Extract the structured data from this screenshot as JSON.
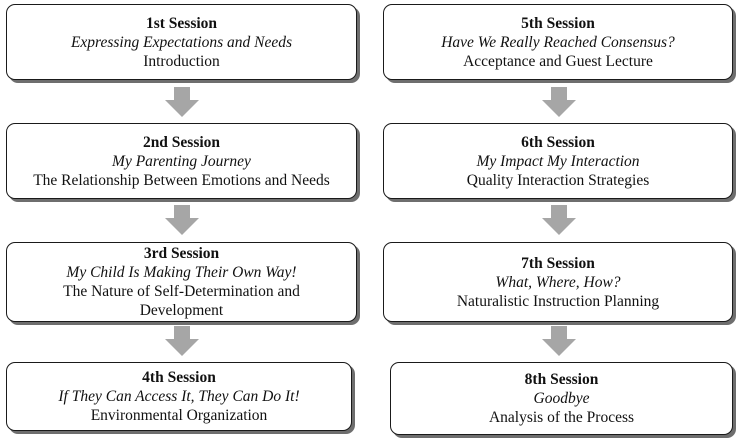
{
  "left_column": [
    {
      "title": "1st Session",
      "subtitle": "Expressing Expectations and Needs",
      "description": "Introduction"
    },
    {
      "title": "2nd Session",
      "subtitle": "My Parenting Journey",
      "description": "The Relationship Between Emotions and Needs"
    },
    {
      "title": "3rd Session",
      "subtitle": "My Child Is Making Their Own Way!",
      "description": "The Nature of Self-Determination and Development"
    },
    {
      "title": "4th Session",
      "subtitle": "If They Can Access It, They Can Do It!",
      "description": "Environmental Organization"
    }
  ],
  "right_column": [
    {
      "title": "5th Session",
      "subtitle": "Have We Really Reached Consensus?",
      "description": "Acceptance and Guest Lecture"
    },
    {
      "title": "6th Session",
      "subtitle": "My Impact My Interaction",
      "description": "Quality Interaction Strategies"
    },
    {
      "title": "7th Session",
      "subtitle": "What, Where, How?",
      "description": "Naturalistic Instruction Planning"
    },
    {
      "title": "8th Session",
      "subtitle": "Goodbye",
      "description": "Analysis of the Process"
    }
  ],
  "colors": {
    "arrow": "#a6a6a6",
    "border": "#1a1a1a",
    "shadow": "#6e6e6e"
  }
}
